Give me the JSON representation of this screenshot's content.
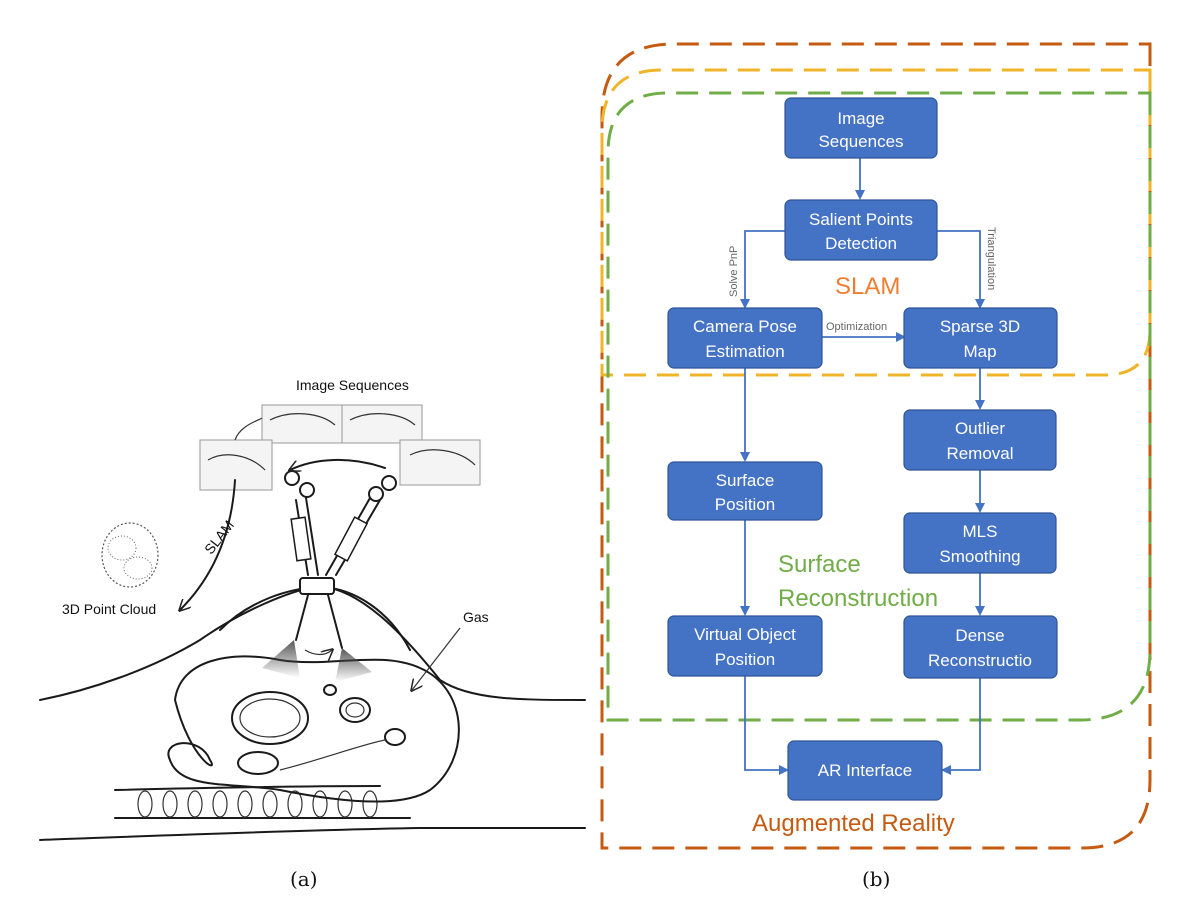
{
  "panel_a": {
    "caption": "(a)",
    "labels": {
      "image_sequences": "Image Sequences",
      "slam": "SLAM",
      "point_cloud": "3D Point Cloud",
      "gas": "Gas"
    }
  },
  "panel_b": {
    "caption": "(b)",
    "regions": {
      "slam": "SLAM",
      "surface": [
        "Surface",
        "Reconstruction"
      ],
      "ar": "Augmented Reality"
    },
    "colors": {
      "node_fill": "#4472c4",
      "edge": "#4472c4",
      "slam_region": "#f0b429",
      "surface_region": "#70ad47",
      "ar_region": "#c55a11",
      "slam_label": "#ed7d31",
      "surface_label": "#70ad47",
      "ar_label": "#c55a11"
    },
    "nodes": {
      "image_sequences": [
        "Image",
        "Sequences"
      ],
      "salient_points": [
        "Salient Points",
        "Detection"
      ],
      "camera_pose": [
        "Camera Pose",
        "Estimation"
      ],
      "sparse_map": [
        "Sparse 3D",
        "Map"
      ],
      "outlier_removal": [
        "Outlier",
        "Removal"
      ],
      "surface_position": [
        "Surface",
        "Position"
      ],
      "mls_smoothing": [
        "MLS",
        "Smoothing"
      ],
      "virtual_object": [
        "Virtual Object",
        "Position"
      ],
      "dense_reconstruction": [
        "Dense",
        "Reconstructio"
      ],
      "ar_interface": [
        "AR Interface"
      ]
    },
    "edge_labels": {
      "solve_pnp": "Solve PnP",
      "triangulation": "Triangulation",
      "optimization": "Optimization"
    }
  }
}
